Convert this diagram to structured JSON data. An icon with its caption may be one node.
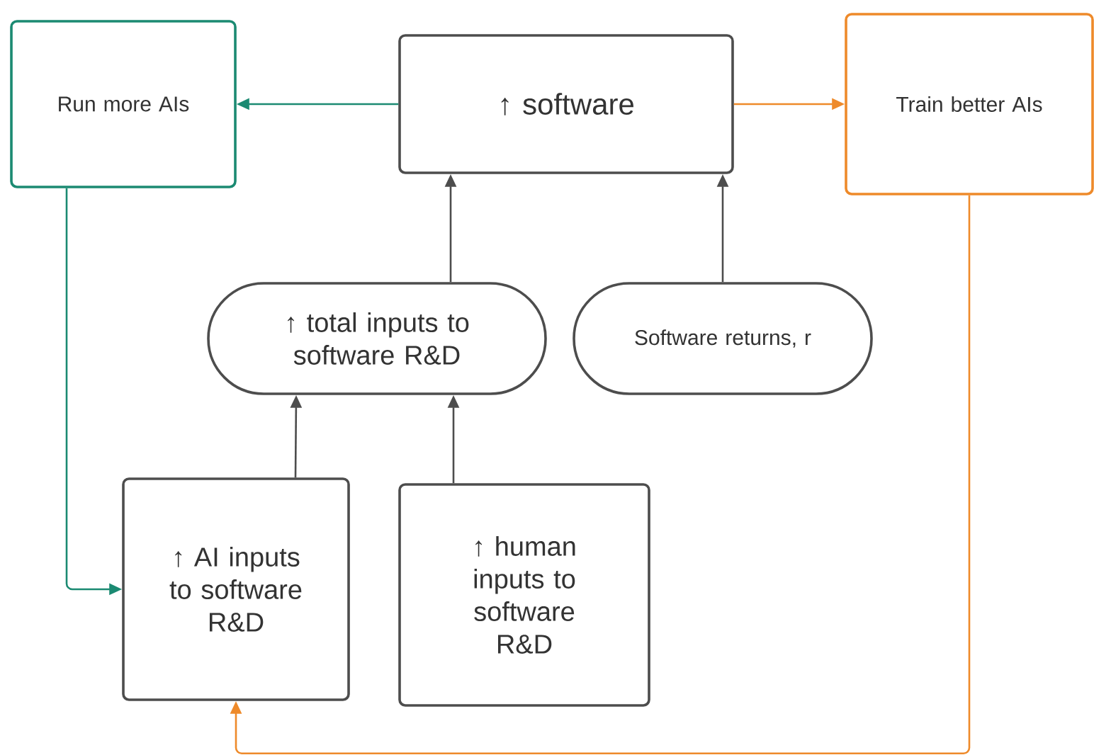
{
  "diagram": {
    "nodes": [
      {
        "text": [
          "Run more AIs"
        ]
      },
      {
        "text": [
          "↑ software"
        ]
      },
      {
        "text": [
          "Train better AIs"
        ]
      },
      {
        "text": [
          "↑ total inputs to software R&D"
        ]
      },
      {
        "text": [
          "Software returns, r"
        ]
      },
      {
        "text": [
          "↑ AI inputs to software R&D"
        ]
      },
      {
        "text": [
          "↑ human inputs to software R&D"
        ]
      }
    ],
    "edges": [
      {
        "from": 1,
        "to": 0,
        "arrow": "to",
        "color": "#1b8a72"
      },
      {
        "from": 1,
        "to": 2,
        "arrow": "to",
        "color": "#ee8a2a"
      },
      {
        "from": 3,
        "to": 1,
        "arrow": "to"
      },
      {
        "from": 4,
        "to": 1,
        "arrow": "to"
      },
      {
        "from": 5,
        "to": 3,
        "arrow": "to"
      },
      {
        "from": 6,
        "to": 3,
        "arrow": "to"
      },
      {
        "from": 0,
        "to": 5,
        "arrow": "to",
        "color": "#1b8a72"
      },
      {
        "from": 2,
        "to": 5,
        "arrow": "to",
        "color": "#ee8a2a"
      }
    ]
  }
}
